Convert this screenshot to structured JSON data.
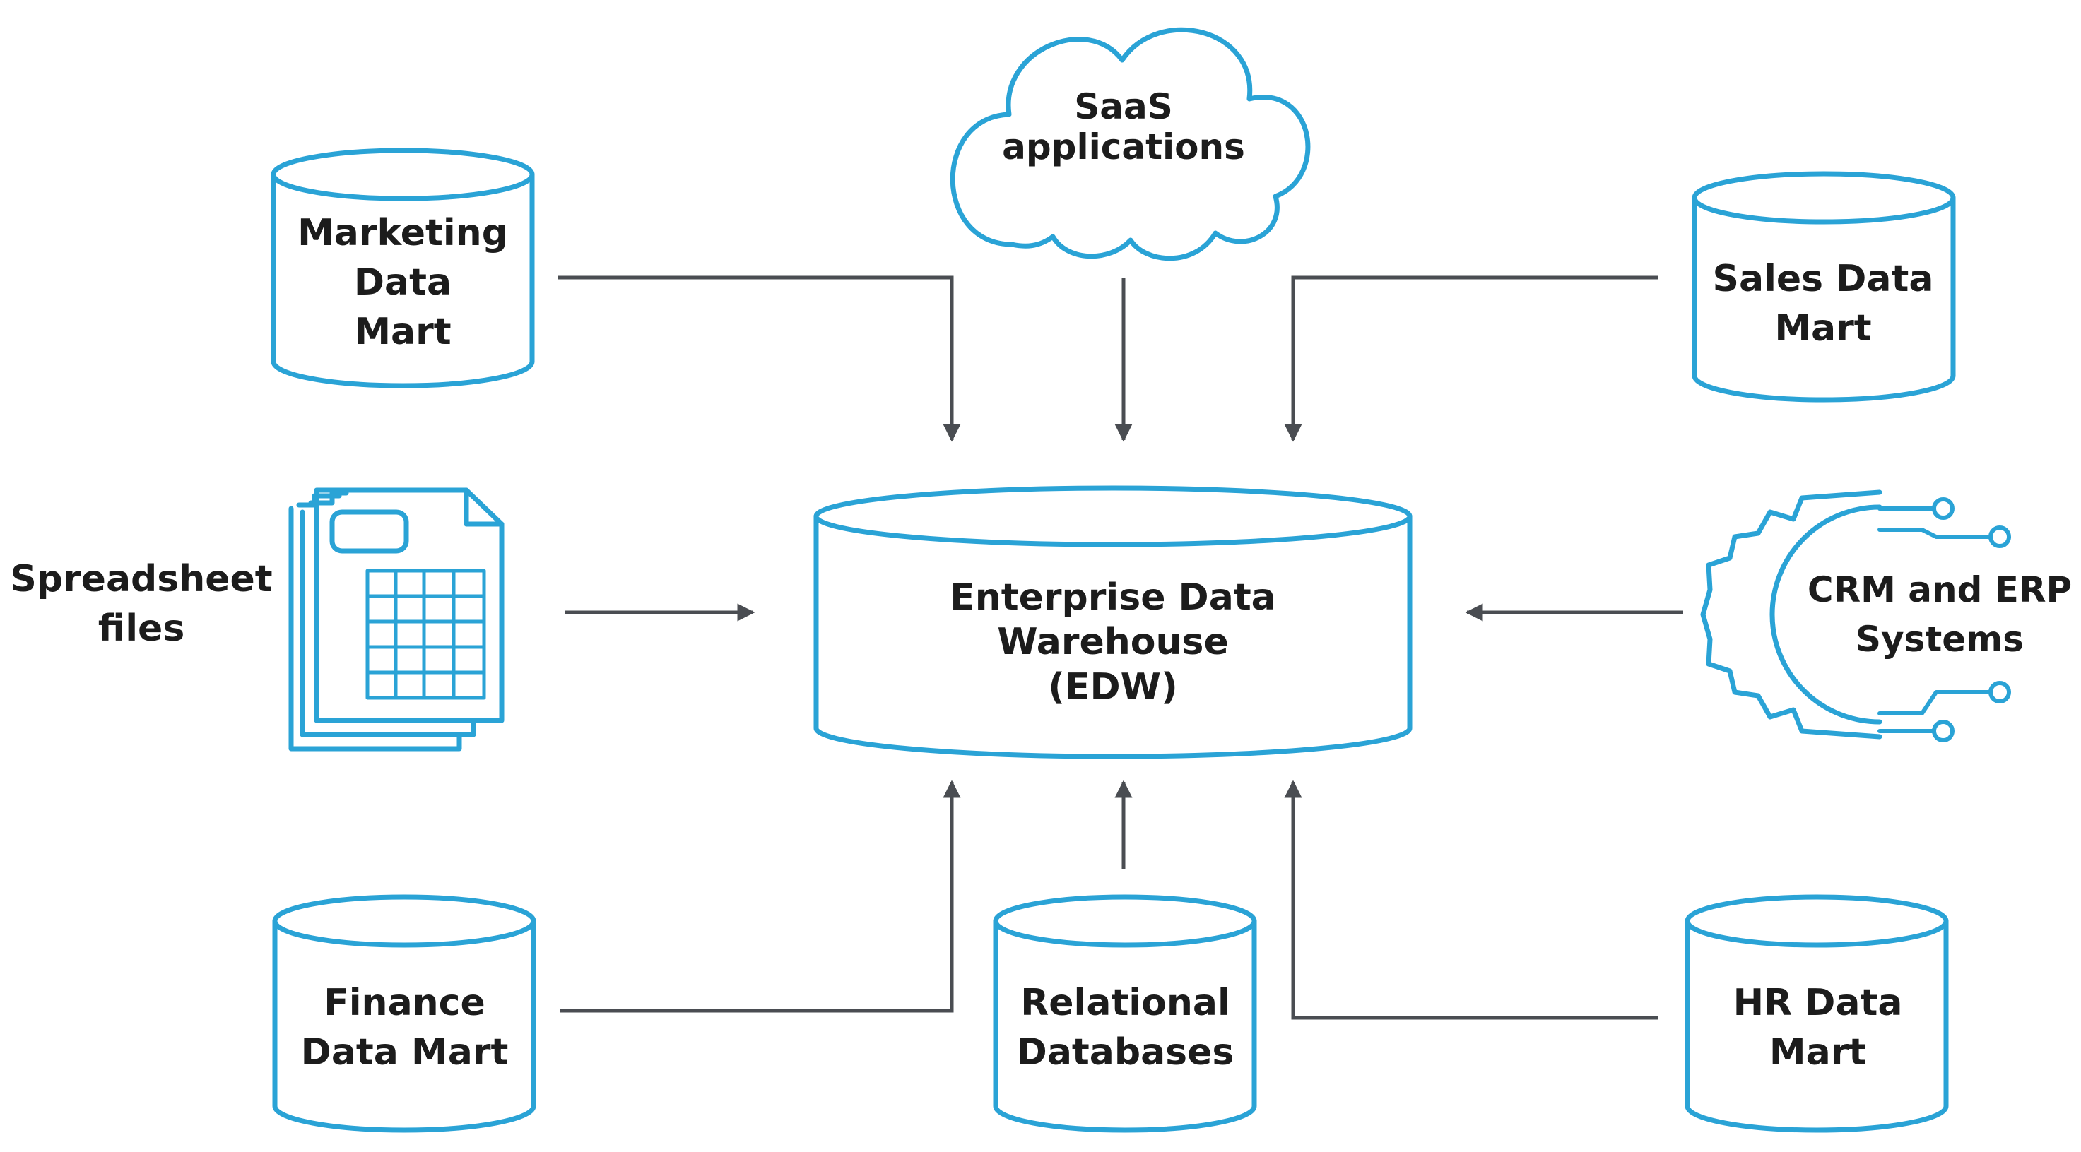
{
  "colors": {
    "shape_stroke": "#2aa3d6",
    "arrow": "#4a4d52",
    "text": "#1c1c1c",
    "background": "#ffffff"
  },
  "center": {
    "lines": [
      "Enterprise Data",
      "Warehouse",
      "(EDW)"
    ]
  },
  "nodes": {
    "saas": {
      "icon": "cloud-icon",
      "lines": [
        "SaaS",
        "applications"
      ]
    },
    "marketing": {
      "icon": "database-icon",
      "lines": [
        "Marketing",
        "Data",
        "Mart"
      ]
    },
    "sales": {
      "icon": "database-icon",
      "lines": [
        "Sales Data",
        "Mart"
      ]
    },
    "spreadsheet": {
      "icon": "spreadsheet-files-icon",
      "lines": [
        "Spreadsheet",
        "files"
      ]
    },
    "crm": {
      "icon": "gear-circuit-icon",
      "lines": [
        "CRM and ERP",
        "Systems"
      ]
    },
    "finance": {
      "icon": "database-icon",
      "lines": [
        "Finance",
        "Data Mart"
      ]
    },
    "relational": {
      "icon": "database-icon",
      "lines": [
        "Relational",
        "Databases"
      ]
    },
    "hr": {
      "icon": "database-icon",
      "lines": [
        "HR Data",
        "Mart"
      ]
    }
  }
}
